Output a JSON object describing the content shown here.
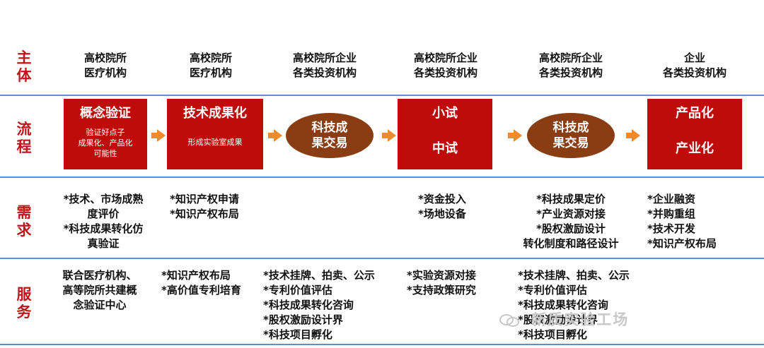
{
  "rows": {
    "subject": "主\n体",
    "process": "流\n程",
    "needs": "需\n求",
    "services": "服\n务"
  },
  "subjects": [
    "高校院所\n医疗机构",
    "高校院所\n医疗机构",
    "高校院所企业\n各类投资机构",
    "高校院所企业\n各类投资机构",
    "高校院所企业\n各类投资机构",
    "企业\n各类投资机构"
  ],
  "process": {
    "box1_title": "概念验证",
    "box1_sub": "验证好点子\n成果化、产品化\n可能性",
    "box2_title": "技术成果化",
    "box2_sub": "形成实验室成果",
    "oval1": "科技成\n果交易",
    "box4_title": "小试",
    "box4_title2": "中试",
    "oval2": "科技成\n果交易",
    "box6_title": "产品化",
    "box6_title2": "产业化"
  },
  "needs": {
    "col1": [
      "*技术、市场成熟",
      "度评价",
      "*科技成果转化仿",
      "真验证"
    ],
    "col2": [
      "*知识产权申请",
      "*知识产权布局"
    ],
    "col4": [
      "*资金投入",
      "*场地设备"
    ],
    "col5": [
      "*科技成果定价",
      "*产业资源对接",
      "*股权激励设计",
      "转化制度和路径设计"
    ],
    "col6": [
      "*企业融资",
      "*并购重组",
      "*技术开发",
      "*知识产权布局"
    ]
  },
  "services": {
    "col1": [
      "联合医疗机构、",
      "高等院所共建概",
      "念验证中心"
    ],
    "col2": [
      "*知识产权布局",
      "*高价值专利培育"
    ],
    "col3": [
      "*技术挂牌、拍卖、公示",
      "*专利价值评估",
      "*科技成果转化咨询",
      "*股权激励设计界",
      "*科技项目孵化"
    ],
    "col4": [
      "*实验资源对接",
      "*支持政策研究"
    ],
    "col5": [
      "*技术挂牌、拍卖、公示",
      "*专利价值评估",
      "*科技成果转化咨询",
      "*股权激励设计界",
      "*科技项目孵化"
    ]
  },
  "watermark": "新质实验工场",
  "colors": {
    "label": "#c0141b",
    "box": "#c00b0b",
    "oval": "#8a3d12",
    "arrow": "#f08a2c",
    "line": "#5b8fd6"
  }
}
